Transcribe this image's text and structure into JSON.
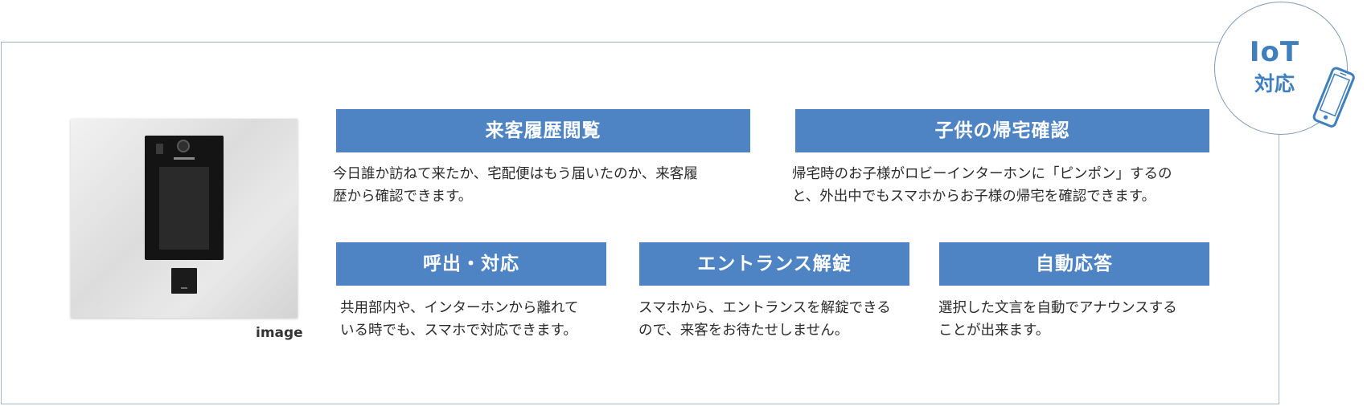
{
  "badge": {
    "title": "IoT",
    "subtitle": "対応",
    "icon": "smartphone-icon"
  },
  "product": {
    "caption": "image"
  },
  "features": [
    {
      "title": "来客履歴閲覧",
      "description_lines": [
        "今日誰か訪ねて来たか、宅配便はもう届いたのか、来客履",
        "歴から確認できます。"
      ]
    },
    {
      "title": "子供の帰宅確認",
      "description_lines": [
        "帰宅時のお子様がロビーインターホンに「ピンポン」するの",
        "と、外出中でもスマホからお子様の帰宅を確認できます。"
      ]
    },
    {
      "title": "呼出・対応",
      "description_lines": [
        "共用部内や、インターホンから離れて",
        "いる時でも、スマホで対応できます。"
      ]
    },
    {
      "title": "エントランス解錠",
      "description_lines": [
        "スマホから、エントランスを解錠できる",
        "ので、来客をお待たせしません。"
      ]
    },
    {
      "title": "自動応答",
      "description_lines": [
        "選択した文言を自動でアナウンスする",
        "ことが出来ます。"
      ]
    }
  ],
  "colors": {
    "header_background": "#4f84c4",
    "header_text": "#ffffff",
    "badge_text": "#3f7fbd",
    "frame_border": "#9fb6cc"
  }
}
